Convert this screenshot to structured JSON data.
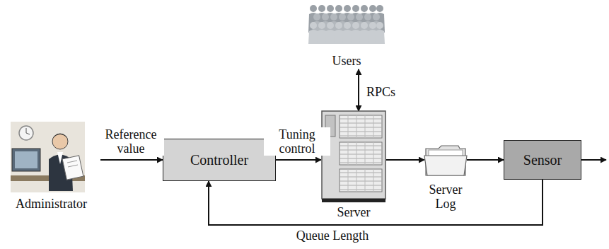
{
  "diagram": {
    "nodes": [
      {
        "text": [
          "Users"
        ]
      },
      {
        "text": [
          "Administrator"
        ]
      },
      {
        "text": [
          "Controller"
        ]
      },
      {
        "text": [
          "Server"
        ]
      },
      {
        "text": [
          "Server Log"
        ]
      },
      {
        "text": [
          "Sensor"
        ]
      }
    ],
    "edges": [
      {
        "from": 0,
        "to": 3,
        "label": "RPCs",
        "arrow": "both"
      },
      {
        "from": 1,
        "to": 2,
        "label": "Reference value",
        "arrow": "to"
      },
      {
        "from": 2,
        "to": 3,
        "label": "Tuning control",
        "arrow": "to"
      },
      {
        "from": 3,
        "to": 4,
        "arrow": "to"
      },
      {
        "from": 4,
        "to": 5,
        "arrow": "to"
      },
      {
        "from": 5,
        "to": 2,
        "label": "Queue Length",
        "arrow": "to"
      }
    ]
  }
}
